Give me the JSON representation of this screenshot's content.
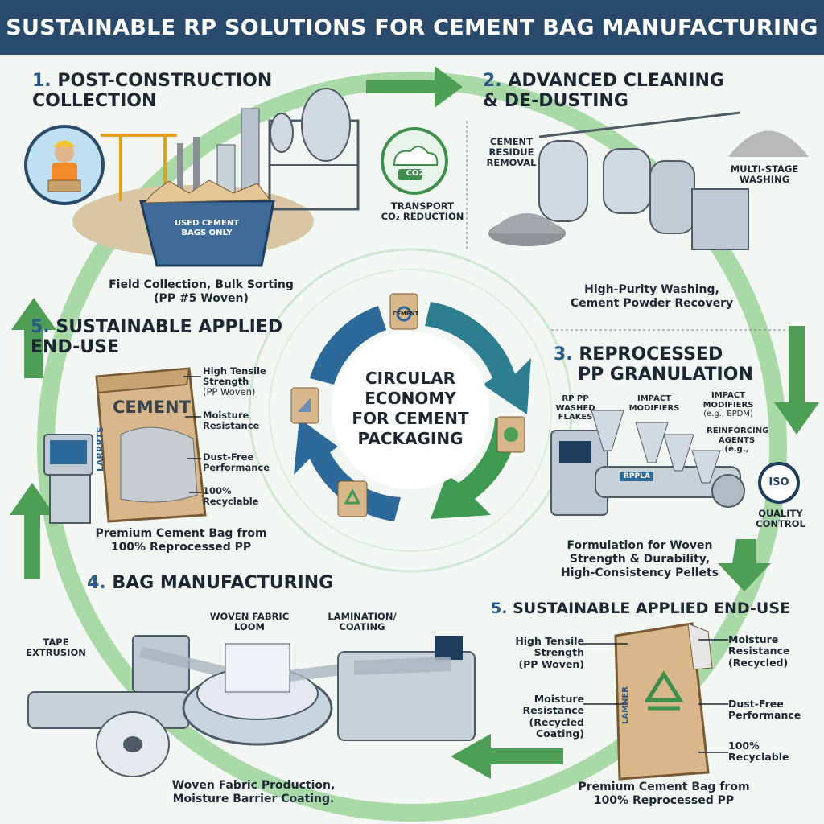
{
  "header": {
    "title": "SUSTAINABLE RP SOLUTIONS FOR CEMENT BAG MANUFACTURING"
  },
  "center": {
    "lines": [
      "CIRCULAR",
      "ECONOMY",
      "FOR CEMENT",
      "PACKAGING"
    ]
  },
  "colors": {
    "banner": "#2a4a6b",
    "accent_green": "#4f9e56",
    "accent_blue": "#2a5a88"
  },
  "steps": {
    "collection": {
      "number": "1.",
      "title_lines": [
        "POST-CONSTRUCTION",
        "COLLECTION"
      ],
      "dumpster_label_lines": [
        "USED CEMENT",
        "BAGS ONLY"
      ],
      "caption_lines": [
        "Field Collection, Bulk Sorting",
        "(PP #5 Woven)"
      ],
      "transport": {
        "badge": "CO2",
        "label_lines": [
          "TRANSPORT",
          "CO₂ REDUCTION"
        ]
      }
    },
    "cleaning": {
      "number": "2.",
      "title_lines": [
        "ADVANCED CLEANING",
        "& DE-DUSTING"
      ],
      "residue_label_lines": [
        "CEMENT",
        "RESIDUE",
        "REMOVAL"
      ],
      "washing_label_lines": [
        "MULTI-STAGE",
        "WASHING"
      ],
      "caption_lines": [
        "High-Purity Washing,",
        "Cement Powder Recovery"
      ]
    },
    "granulation": {
      "number": "3.",
      "title_lines": [
        "REPROCESSED",
        "PP GRANULATION"
      ],
      "inputs": {
        "flakes": [
          "RP PP",
          "WASHED",
          "FLAKES"
        ],
        "impact": [
          "IMPACT",
          "MODIFIERS"
        ],
        "impact_epdm": [
          "IMPACT",
          "MODIFIERS",
          "(e.g., EPDM)"
        ],
        "reinforcing": [
          "REINFORCING",
          "AGENTS (e.g.,"
        ]
      },
      "machine_label": "RPPLA",
      "iso": {
        "badge": "ISO",
        "label_lines": [
          "QUALITY",
          "CONTROL"
        ]
      },
      "caption_lines": [
        "Formulation for Woven",
        "Strength & Durability,",
        "High-Consistency Pellets"
      ]
    },
    "manufacturing": {
      "number": "4.",
      "title": "BAG MANUFACTURING",
      "tape_label_lines": [
        "TAPE",
        "EXTRUSION"
      ],
      "loom_label_lines": [
        "WOVEN FABRIC",
        "LOOM"
      ],
      "lamination_label_lines": [
        "LAMINATION/",
        "COATING"
      ],
      "caption_lines": [
        "Woven Fabric Production,",
        "Moisture Barrier Coating."
      ]
    },
    "enduse_left": {
      "number": "5.",
      "title_lines": [
        "SUSTAINABLE APPLIED",
        "END-USE"
      ],
      "bag_label": "CEMENT",
      "bag_side": "LARRRTS",
      "features": [
        {
          "lines": [
            "High Tensile",
            "Strength",
            "(PP Woven)"
          ]
        },
        {
          "lines": [
            "Moisture",
            "Resistance"
          ]
        },
        {
          "lines": [
            "Dust-Free",
            "Performance"
          ]
        },
        {
          "lines": [
            "100%",
            "Recyclable"
          ]
        }
      ],
      "caption_lines": [
        "Premium Cement Bag from",
        "100% Reprocessed PP"
      ]
    },
    "enduse_right": {
      "number": "5.",
      "title": "SUSTAINABLE APPLIED END-USE",
      "bag_side": "LAMNER",
      "left_features": [
        {
          "lines": [
            "High Tensile",
            "Strength",
            "(PP Woven)"
          ]
        },
        {
          "lines": [
            "Moisture",
            "Resistance",
            "(Recycled",
            "Coating)"
          ]
        }
      ],
      "right_features": [
        {
          "lines": [
            "Moisture",
            "Resistance",
            "(Recycled)"
          ]
        },
        {
          "lines": [
            "Dust-Free",
            "Performance"
          ]
        },
        {
          "lines": [
            "100%",
            "Recyclable"
          ]
        }
      ],
      "caption_lines": [
        "Premium Cement Bag from",
        "100% Reprocessed PP"
      ]
    }
  },
  "inner_cycle": {
    "bag_label": "CEMENT"
  }
}
